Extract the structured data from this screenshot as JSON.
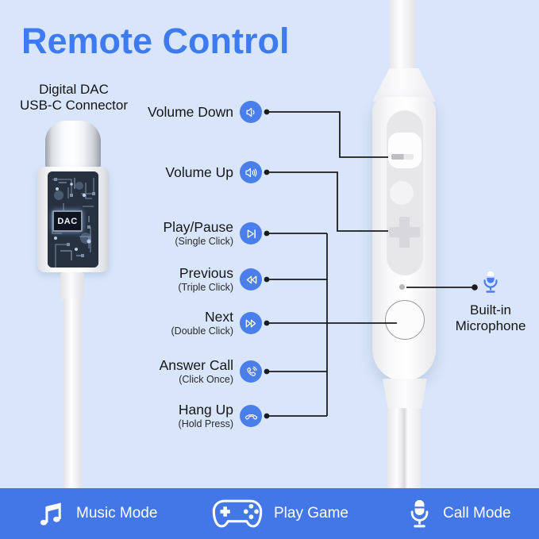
{
  "title": "Remote Control",
  "connector": {
    "label_line1": "Digital DAC",
    "label_line2": "USB-C Connector",
    "chip_label": "DAC"
  },
  "functions": [
    {
      "label": "Volume Down",
      "sublabel": "",
      "icon": "volume-down-icon"
    },
    {
      "label": "Volume Up",
      "sublabel": "",
      "icon": "volume-up-icon"
    },
    {
      "label": "Play/Pause",
      "sublabel": "(Single Click)",
      "icon": "play-pause-icon"
    },
    {
      "label": "Previous",
      "sublabel": "(Triple Click)",
      "icon": "previous-track-icon"
    },
    {
      "label": "Next",
      "sublabel": "(Double Click)",
      "icon": "next-track-icon"
    },
    {
      "label": "Answer Call",
      "sublabel": "(Click Once)",
      "icon": "answer-call-icon"
    },
    {
      "label": "Hang Up",
      "sublabel": "(Hold Press)",
      "icon": "hang-up-icon"
    }
  ],
  "microphone_callout": {
    "label_line1": "Built-in",
    "label_line2": "Microphone",
    "icon": "microphone-icon"
  },
  "footer": {
    "items": [
      {
        "label": "Music Mode",
        "icon": "music-note-icon"
      },
      {
        "label": "Play Game",
        "icon": "gamepad-icon"
      },
      {
        "label": "Call Mode",
        "icon": "microphone-icon"
      }
    ]
  },
  "colors": {
    "background": "#d8e5fa",
    "title_blue": "#3e7bf0",
    "icon_circle_blue": "#4a7eea",
    "footer_blue": "#4377e8",
    "text_dark": "#1f1f1f",
    "callout_line": "#1b1b1b"
  }
}
